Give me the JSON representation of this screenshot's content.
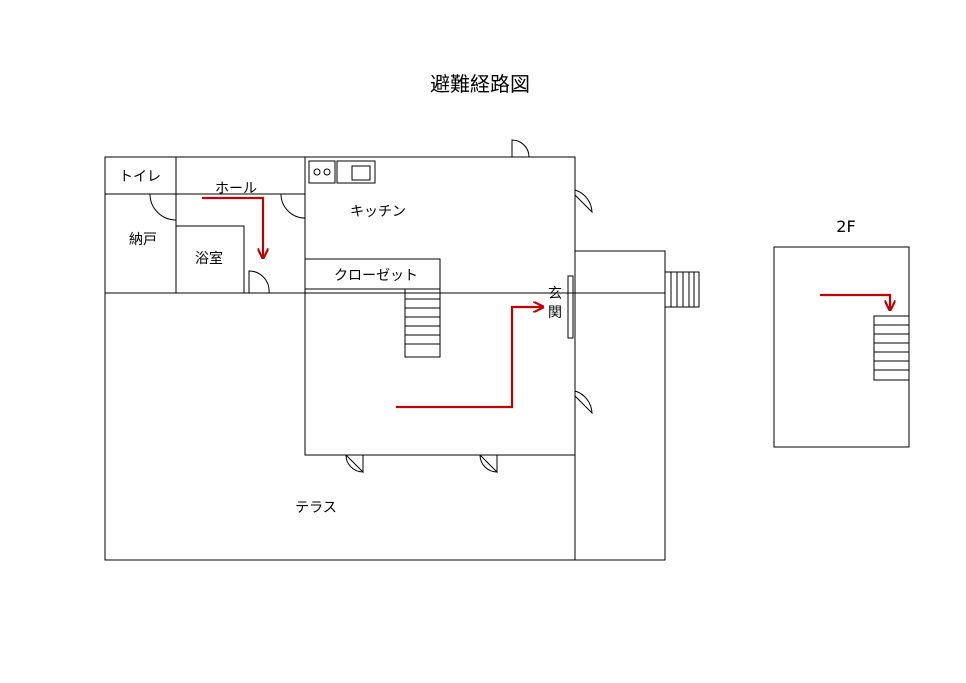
{
  "title": "避難経路図",
  "floor2_label": "2F",
  "rooms": {
    "toilet": "トイレ",
    "hall": "ホール",
    "storage": "納戸",
    "bath": "浴室",
    "kitchen": "キッチン",
    "closet": "クローゼット",
    "entrance_1": "玄",
    "entrance_2": "関",
    "terrace": "テラス"
  },
  "colors": {
    "route": "#c00000",
    "wall": "#000000",
    "background": "#ffffff"
  }
}
